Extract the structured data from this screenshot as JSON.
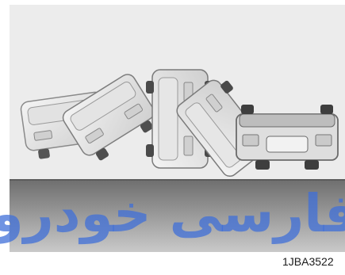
{
  "figure": {
    "code": "1JBA3522",
    "watermark": {
      "text": "فارسی خودرو",
      "color": "#3f6fd8"
    },
    "illustration": {
      "subject": "vehicle-rollover-sequence",
      "frames": 5,
      "colors": {
        "background": "#ebebeb",
        "ground": "#8a8a8a",
        "car_body": "#dcdcdc",
        "car_outline": "#6a6a6a"
      }
    }
  }
}
